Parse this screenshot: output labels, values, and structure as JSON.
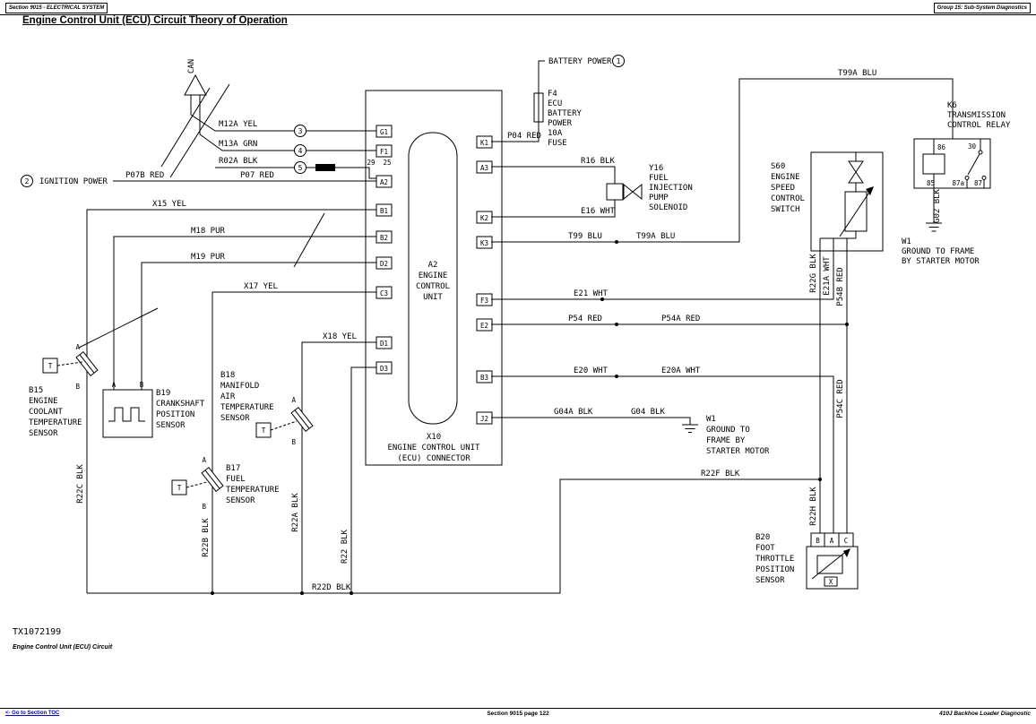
{
  "header": {
    "section": "Section 9015 - ELECTRICAL SYSTEM",
    "group": "Group 15: Sub-System Diagnostics",
    "title": "Engine Control Unit (ECU) Circuit Theory of Operation"
  },
  "footer": {
    "toc": "<- Go to Section TOC",
    "page": "Section 9015 page 122",
    "doc": "410J Backhoe Loader Diagnostic"
  },
  "figure": {
    "code": "TX1072199",
    "caption": "Engine Control Unit (ECU) Circuit"
  },
  "callouts": {
    "c1": "1",
    "c2": "2",
    "c3": "3",
    "c4": "4",
    "c5": "5"
  },
  "power": {
    "ignition": "IGNITION POWER",
    "battery": "BATTERY POWER"
  },
  "wires": {
    "can": "CAN",
    "m12a": "M12A YEL",
    "m13a": "M13A GRN",
    "r02a": "R02A BLK",
    "p07b": "P07B RED",
    "p07": "P07 RED",
    "x15": "X15 YEL",
    "m18": "M18 PUR",
    "m19": "M19 PUR",
    "x17": "X17 YEL",
    "x18": "X18 YEL",
    "p04": "P04 RED",
    "r16": "R16 BLK",
    "e16": "E16 WHT",
    "t99": "T99 BLU",
    "t99a": "T99A BLU",
    "t99a_top": "T99A BLU",
    "e21": "E21 WHT",
    "p54": "P54 RED",
    "p54a": "P54A RED",
    "e20": "E20 WHT",
    "e20a": "E20A WHT",
    "g04a": "G04A BLK",
    "g04": "G04 BLK",
    "g02": "G02 BLK",
    "r22g": "R22G BLK",
    "e21a": "E21A WHT",
    "p54b": "P54B RED",
    "p54c": "P54C RED",
    "r22h": "R22H BLK",
    "r22f": "R22F BLK",
    "r22c": "R22C BLK",
    "r22b": "R22B BLK",
    "r22a": "R22A BLK",
    "r22": "R22 BLK",
    "r22d": "R22D BLK"
  },
  "ecu": {
    "lines": [
      "A2",
      "ENGINE",
      "CONTROL",
      "UNIT"
    ],
    "connector": [
      "X10",
      "ENGINE CONTROL UNIT",
      "(ECU) CONNECTOR"
    ],
    "pins_left": [
      "G1",
      "F1",
      "A2",
      "B1",
      "B2",
      "D2",
      "C3",
      "D1",
      "D3"
    ],
    "pins_right": [
      "K1",
      "A3",
      "K2",
      "K3",
      "F3",
      "E2",
      "B3",
      "J2"
    ],
    "pin29": "29",
    "pin25": "25"
  },
  "components": {
    "f4": {
      "lines": [
        "F4",
        "ECU",
        "BATTERY",
        "POWER",
        "10A",
        "FUSE"
      ]
    },
    "y16": {
      "lines": [
        "Y16",
        "FUEL",
        "INJECTION",
        "PUMP",
        "SOLENOID"
      ]
    },
    "k6": {
      "lines": [
        "K6",
        "TRANSMISSION",
        "CONTROL RELAY"
      ],
      "pins": [
        "86",
        "30",
        "85",
        "87a",
        "87"
      ]
    },
    "s60": {
      "lines": [
        "S60",
        "ENGINE",
        "SPEED",
        "CONTROL",
        "SWITCH"
      ]
    },
    "w1_relay": {
      "lines": [
        "W1",
        "GROUND TO FRAME",
        "BY STARTER MOTOR"
      ]
    },
    "w1_ecu": {
      "lines": [
        "W1",
        "GROUND TO",
        "FRAME BY",
        "STARTER MOTOR"
      ]
    },
    "b20": {
      "lines": [
        "B20",
        "FOOT",
        "THROTTLE",
        "POSITION",
        "SENSOR"
      ],
      "pins": [
        "B",
        "A",
        "C"
      ],
      "wiper": "X"
    },
    "b15": {
      "lines": [
        "B15",
        "ENGINE",
        "COOLANT",
        "TEMPERATURE",
        "SENSOR"
      ]
    },
    "b19": {
      "lines": [
        "B19",
        "CRANKSHAFT",
        "POSITION",
        "SENSOR"
      ]
    },
    "b18": {
      "lines": [
        "B18",
        "MANIFOLD",
        "AIR",
        "TEMPERATURE",
        "SENSOR"
      ]
    },
    "b17": {
      "lines": [
        "B17",
        "FUEL",
        "TEMPERATURE",
        "SENSOR"
      ]
    },
    "t": "T",
    "pin_a": "A",
    "pin_b": "B"
  }
}
